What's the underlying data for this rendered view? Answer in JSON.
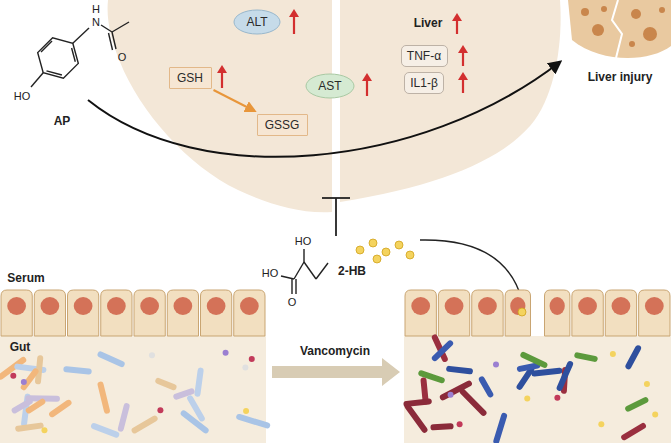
{
  "diagram": {
    "nodes": [
      {
        "text": [
          "ALT"
        ]
      },
      {
        "text": [
          "GSH"
        ]
      },
      {
        "text": [
          "GSSG"
        ]
      },
      {
        "text": [
          "AST"
        ]
      },
      {
        "text": [
          "TNF-α"
        ]
      },
      {
        "text": [
          "IL1-β"
        ]
      }
    ],
    "edges": [
      {
        "from": 1,
        "to": 2,
        "arrow": "to"
      }
    ],
    "labels": [
      "HO",
      "H",
      "N",
      "O",
      "AP",
      "Liver",
      "Liver injury",
      "HO",
      "HO",
      "O",
      "2-HB",
      "Serum",
      "Gut",
      "Vancomycin"
    ]
  }
}
